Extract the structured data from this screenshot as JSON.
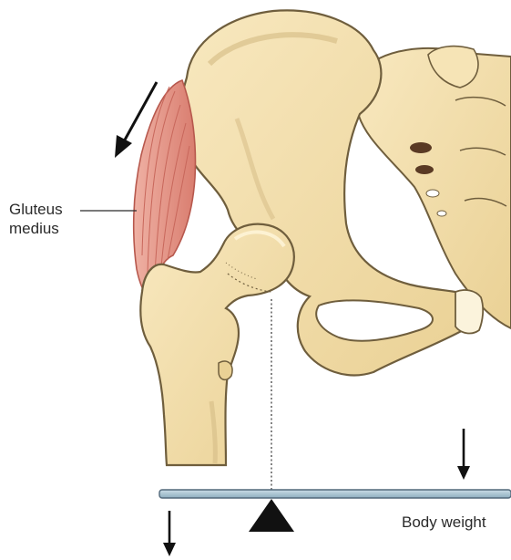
{
  "labels": {
    "muscle_line1": "Gluteus",
    "muscle_line2": "medius",
    "body_weight": "Body weight"
  },
  "colors": {
    "bone_fill": "#f3dfae",
    "bone_stroke": "#6f5e3d",
    "bone_shadow": "#d9c08a",
    "muscle_fill": "#e4998c",
    "muscle_stroke": "#b7584d",
    "beam_fill": "#a8c4d4",
    "beam_stroke": "#52687a",
    "arrow": "#111111",
    "fulcrum": "#111111",
    "foramen": "#5a3a24"
  },
  "icons": {
    "muscle_force": "down-left-arrow-icon",
    "body_weight_force": "down-arrow-icon",
    "counter_force": "down-arrow-icon",
    "pivot": "triangle-fulcrum-icon"
  }
}
